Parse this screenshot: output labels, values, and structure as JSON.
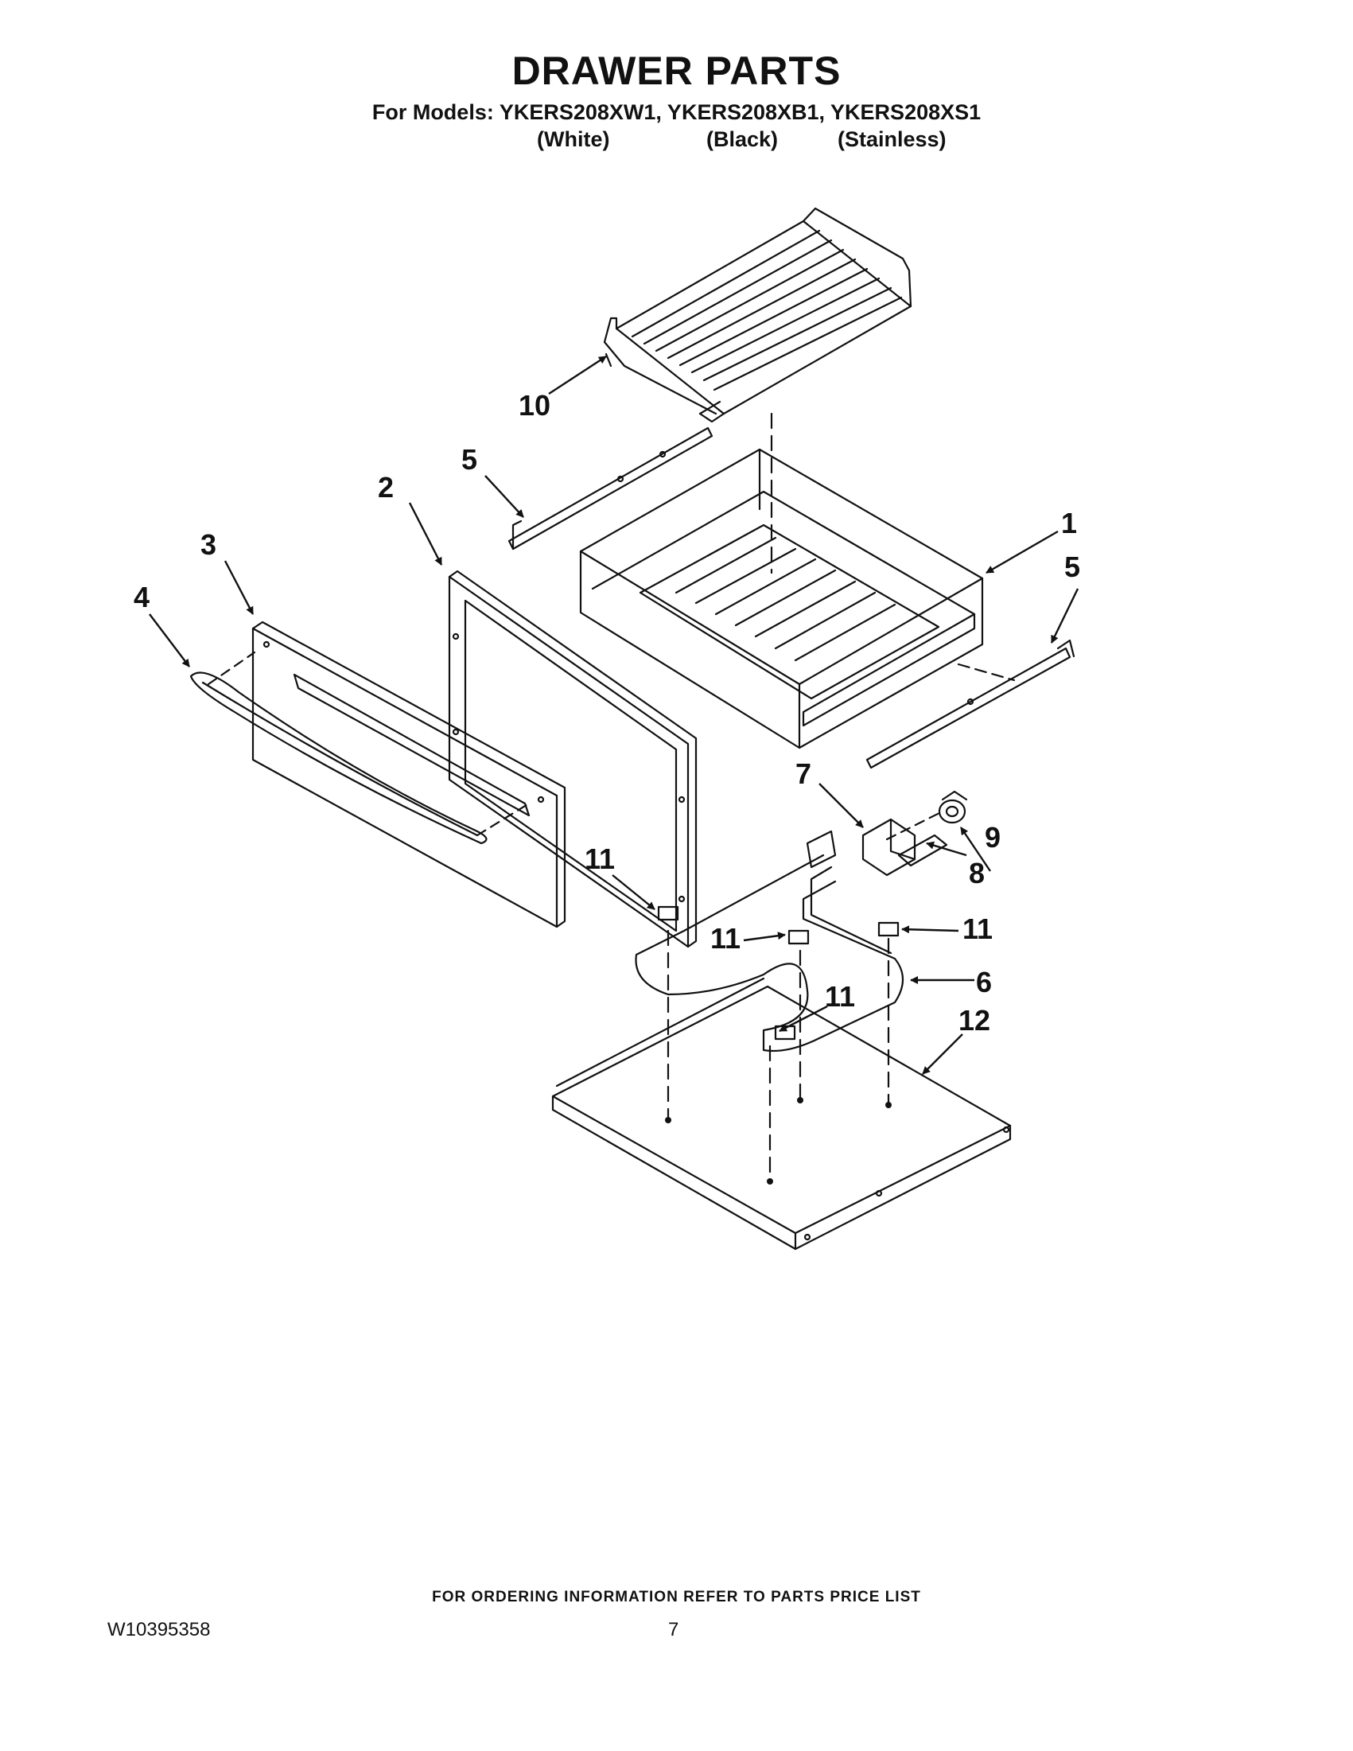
{
  "header": {
    "title": "DRAWER PARTS",
    "models_line": "For Models: YKERS208XW1, YKERS208XB1, YKERS208XS1",
    "color_white": "(White)",
    "color_black": "(Black)",
    "color_stainless": "(Stainless)"
  },
  "callouts": {
    "c1": "1",
    "c2": "2",
    "c3": "3",
    "c4": "4",
    "c5a": "5",
    "c5b": "5",
    "c6": "6",
    "c7": "7",
    "c8": "8",
    "c9": "9",
    "c10": "10",
    "c11a": "11",
    "c11b": "11",
    "c11c": "11",
    "c11d": "11",
    "c12": "12"
  },
  "footer": {
    "ordering_note": "FOR ORDERING INFORMATION REFER TO PARTS PRICE LIST",
    "doc_number": "W10395358",
    "page_number": "7"
  }
}
